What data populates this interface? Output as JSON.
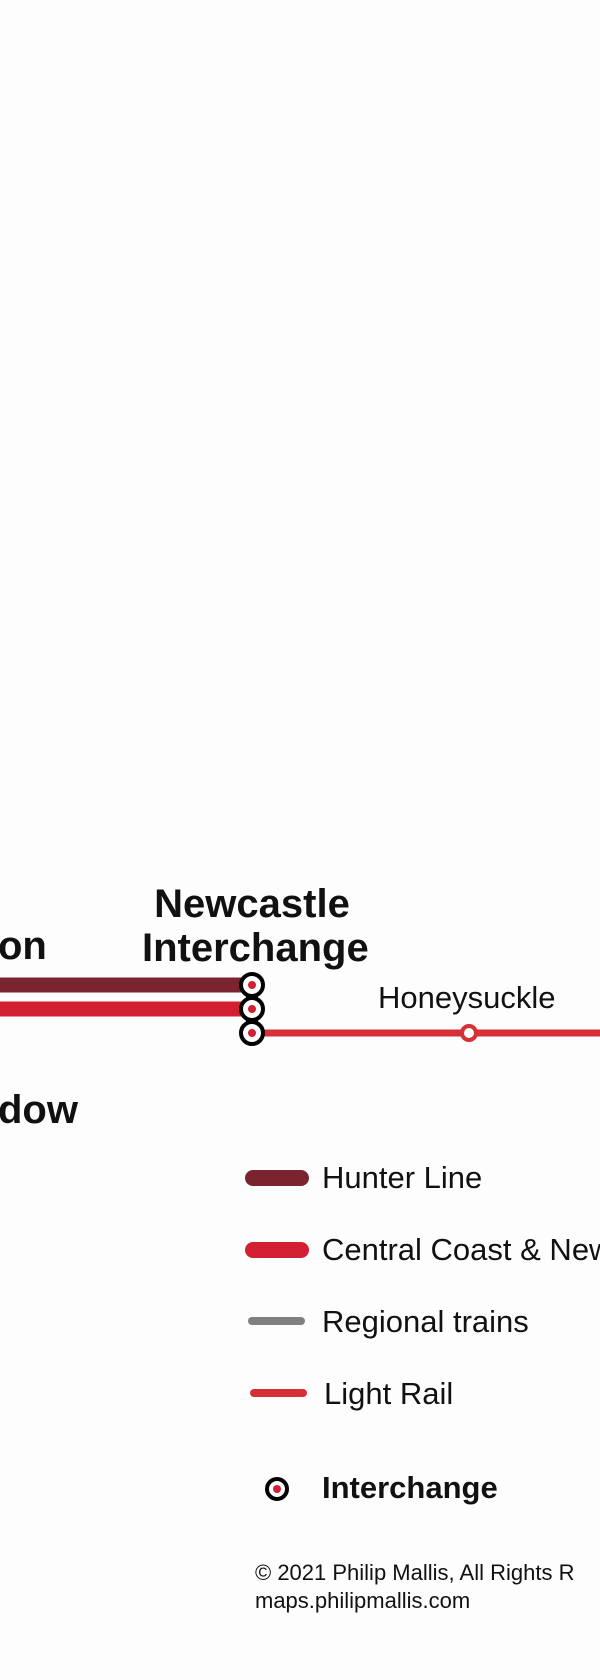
{
  "map": {
    "stations": {
      "newcastle_interchange": {
        "line1": "Newcastle",
        "line2": "Interchange"
      },
      "honeysuckle": "Honeysuckle",
      "left_partial_upper": "on",
      "left_partial_lower": "dow"
    },
    "colors": {
      "hunter_line": "#7a2430",
      "central_coast_newcastle": "#d21f32",
      "regional_trains": "#808080",
      "light_rail": "#d62f36",
      "interchange_outline": "#000000"
    }
  },
  "legend": {
    "items": [
      {
        "label": "Hunter Line",
        "color": "#7a2430"
      },
      {
        "label": "Central Coast & New",
        "color": "#d21f32"
      },
      {
        "label": "Regional trains",
        "color": "#808080"
      },
      {
        "label": "Light Rail",
        "color": "#d62f36"
      }
    ],
    "interchange_label": "Interchange"
  },
  "footer": {
    "copyright": "© 2021 Philip Mallis, All Rights R",
    "website": "maps.philipmallis.com"
  }
}
